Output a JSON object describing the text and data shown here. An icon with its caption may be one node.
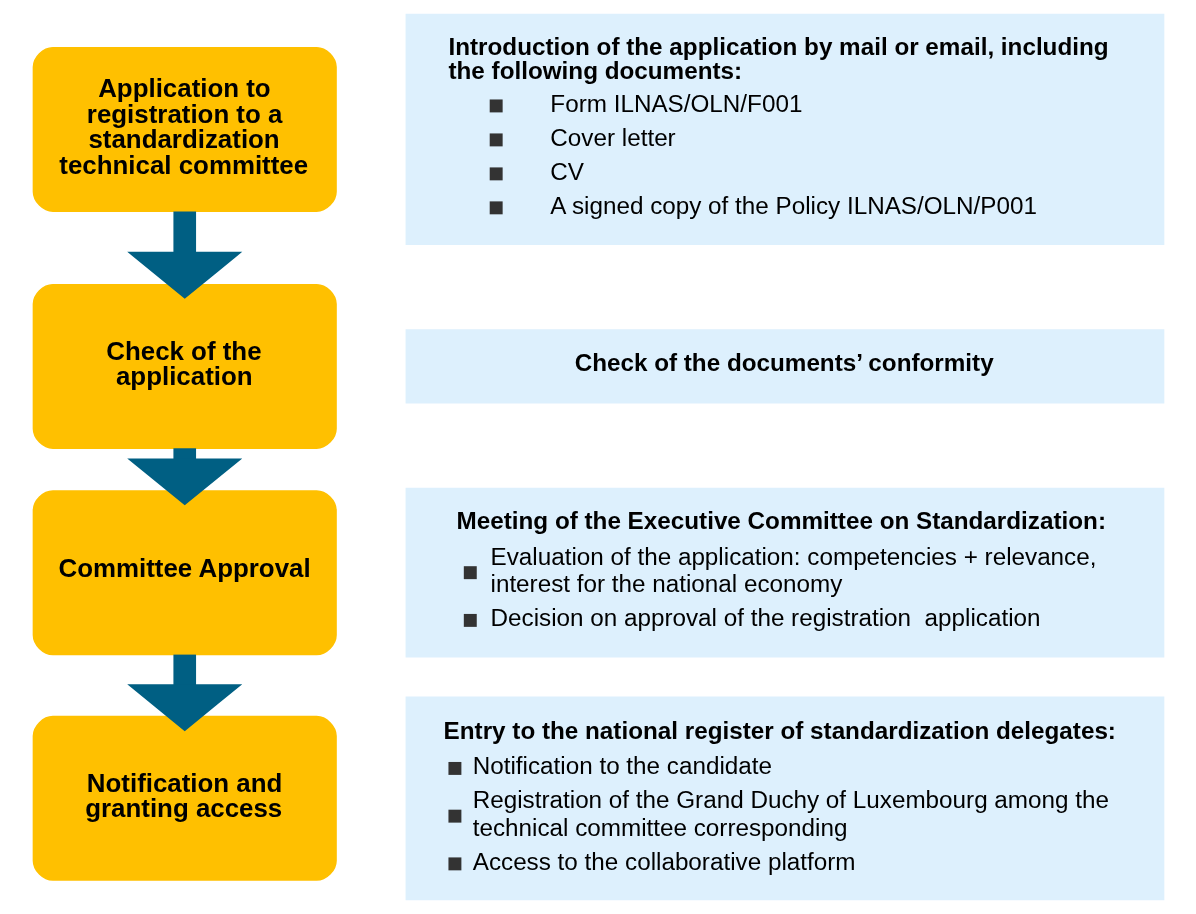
{
  "diagram": {
    "nodes": [
      {
        "text": [
          "Application to registration to a standardization technical committee"
        ]
      },
      {
        "text": [
          "Introduction of the application by mail or email, including the following documents:",
          "Form ILNAS/OLN/F001",
          "Cover letter",
          "CV",
          "A signed copy of the Policy ILNAS/OLN/P001"
        ]
      },
      {
        "text": [
          "Check of the application"
        ]
      },
      {
        "text": [
          "Check of the documents’ conformity"
        ]
      },
      {
        "text": [
          "Committee Approval"
        ]
      },
      {
        "text": [
          "Meeting of the Executive Committee on Standardization:",
          "Evaluation of the application: competencies + relevance, interest for the national economy",
          "Decision on approval of the registration  application"
        ]
      },
      {
        "text": [
          "Notification and granting access"
        ]
      },
      {
        "text": [
          "Entry to the national register of standardization delegates:",
          "Notification to the candidate",
          "Registration of the Grand Duchy of Luxembourg among the technical committee corresponding",
          "Access to the collaborative platform"
        ]
      }
    ],
    "edges": [
      {
        "from": 0,
        "to": 2,
        "arrow": "to"
      },
      {
        "from": 2,
        "to": 4,
        "arrow": "to"
      },
      {
        "from": 4,
        "to": 6,
        "arrow": "to"
      }
    ]
  }
}
